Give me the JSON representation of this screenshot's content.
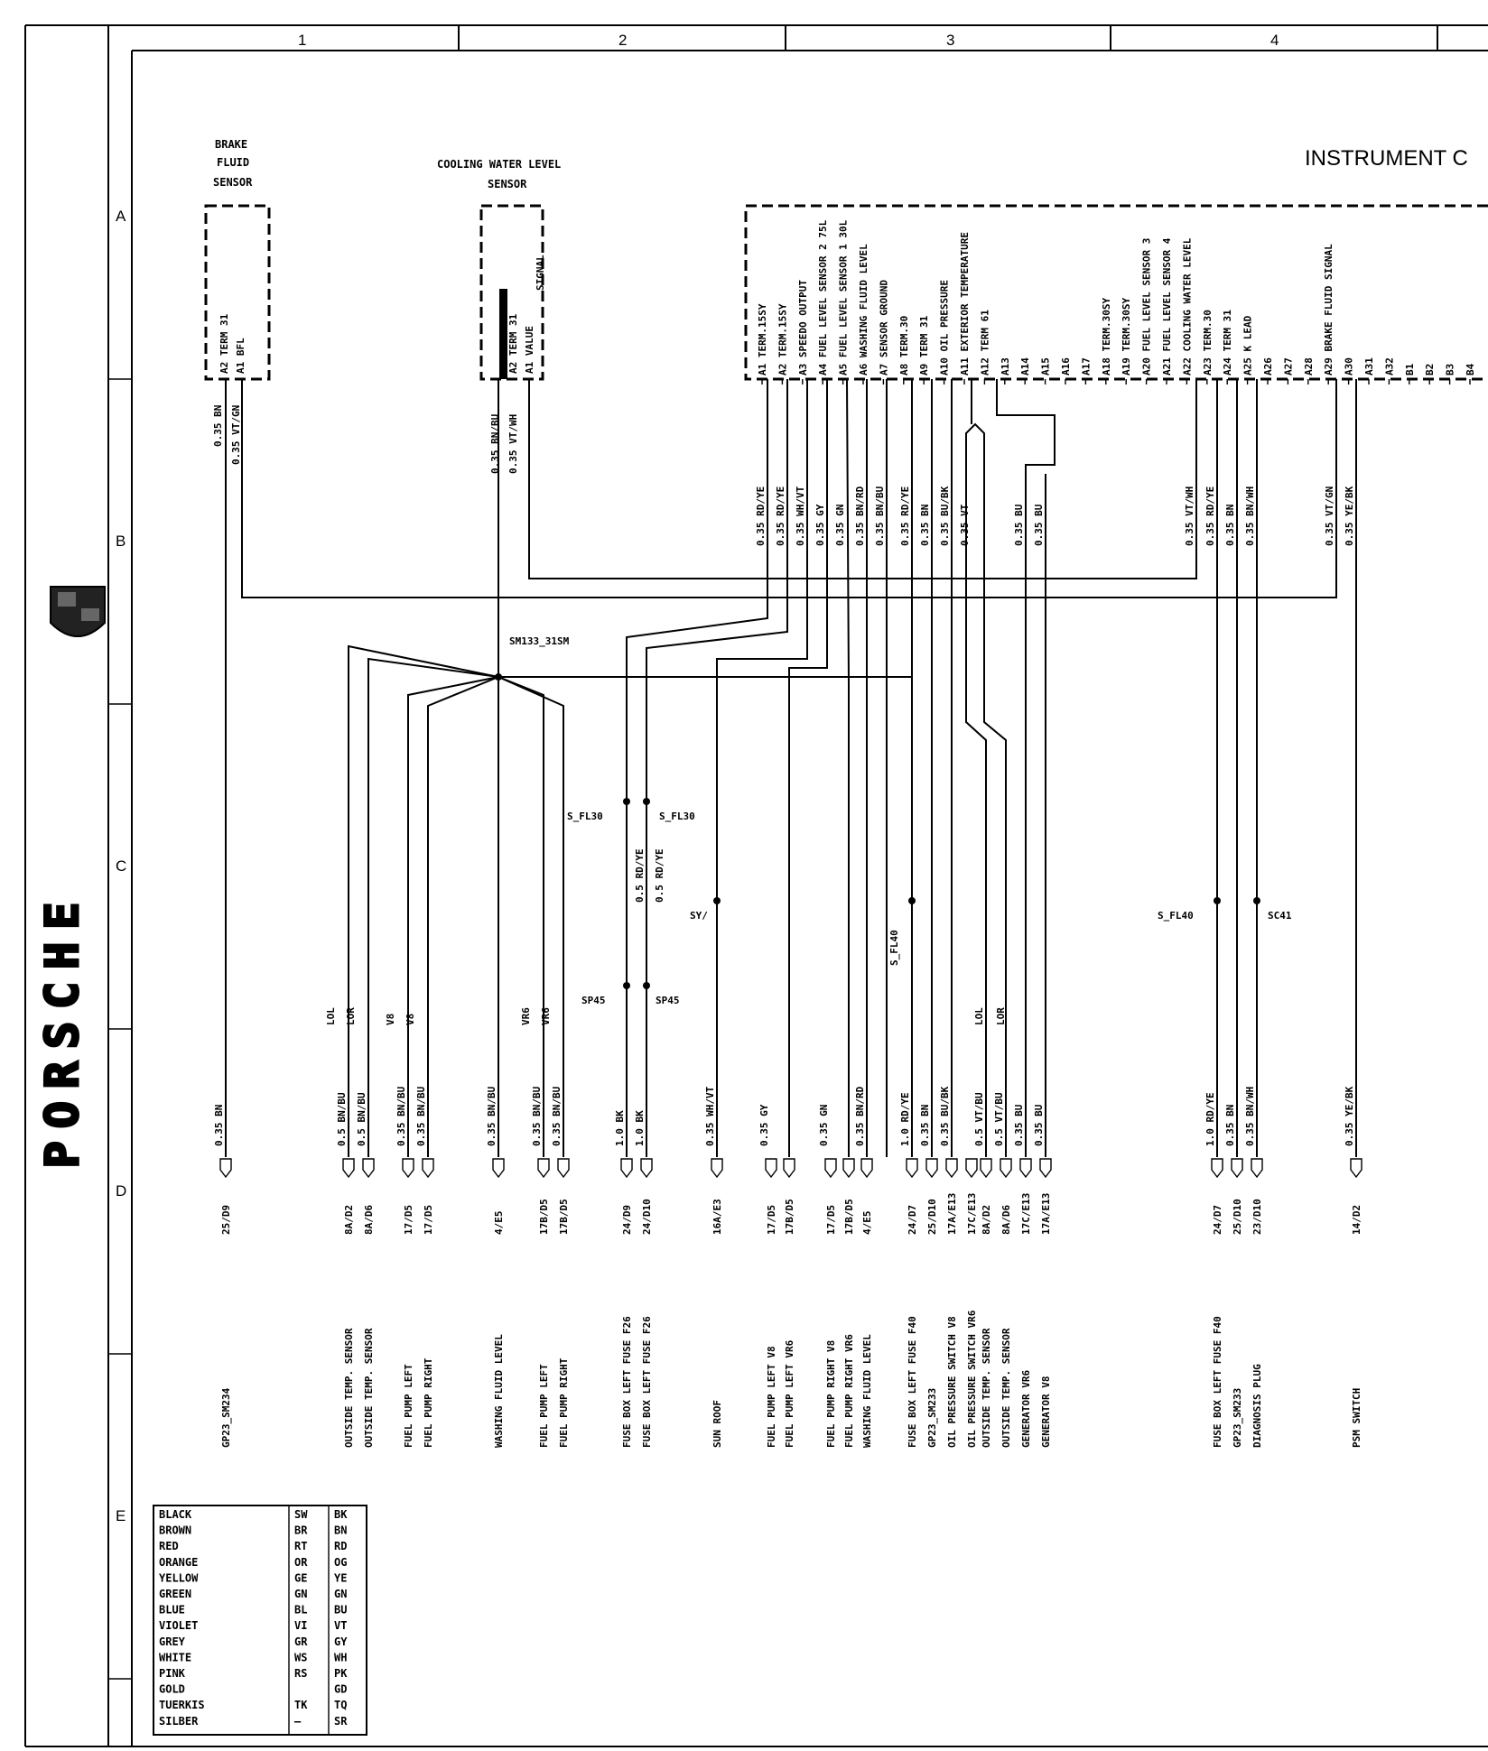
{
  "title": "INSTRUMENT C",
  "brand": "PORSCHE",
  "columns": [
    "1",
    "2",
    "3",
    "4"
  ],
  "rows": [
    "A",
    "B",
    "C",
    "D",
    "E"
  ],
  "brake_sensor": {
    "title": [
      "BRAKE",
      "FLUID",
      "SENSOR"
    ],
    "pins": [
      "A2  TERM 31",
      "A1  BFL"
    ],
    "wires": [
      "0.35 BN",
      "0.35 VT/GN"
    ]
  },
  "coolant_sensor": {
    "title": [
      "COOLING WATER LEVEL",
      "SENSOR"
    ],
    "pins": [
      "A2  TERM 31",
      "A1  VALUE",
      "SIGNAL"
    ],
    "wires": [
      "0.35 BN/BU",
      "0.35 VT/WH"
    ]
  },
  "cluster_pins": [
    "A1 TERM.15SY",
    "A2 TERM.15SY",
    "A3 SPEEDO OUTPUT",
    "A4 FUEL LEVEL SENSOR 2  75L",
    "A5 FUEL LEVEL SENSOR 1  30L",
    "A6 WASHING FLUID LEVEL",
    "A7 SENSOR GROUND",
    "A8 TERM.30",
    "A9 TERM 31",
    "A10 OIL PRESSURE",
    "A11 EXTERIOR TEMPERATURE",
    "A12 TERM 61",
    "A13",
    "A14",
    "A15",
    "A16",
    "A17",
    "A18 TERM.30SY",
    "A19 TERM.30SY",
    "A20 FUEL LEVEL SENSOR 3",
    "A21 FUEL LEVEL SENSOR 4",
    "A22 COOLING WATER LEVEL",
    "A23 TERM.30",
    "A24 TERM 31",
    "A25 K LEAD",
    "A26",
    "A27",
    "A28",
    "A29 BRAKE FLUID SIGNAL",
    "A30",
    "A31",
    "A32",
    "B1",
    "B2",
    "B3",
    "B4"
  ],
  "cluster_wires": [
    "0.35 RD/YE",
    "0.35 RD/YE",
    "0.35 WH/VT",
    "0.35 GY",
    "0.35 GN",
    "0.35 BN/RD",
    "0.35 BN/BU",
    "0.35 RD/YE",
    "0.35 BN",
    "0.35 BU/BK",
    "0.35 VT",
    "0.35 BU",
    "0.35 BU",
    "0.35 VT/WH",
    "0.35 RD/YE",
    "0.35 BN",
    "0.35 BN/WH",
    "0.35 VT/GN",
    "0.35 YE/BK"
  ],
  "splices": {
    "sm": "SM133_31SM",
    "fl30a": "S_FL30",
    "fl30b": "S_FL30",
    "sp45a": "SP45",
    "sp45b": "SP45",
    "sy": "SY/",
    "fl40": "S_FL40",
    "fl40b": "S_FL40",
    "sc41": "SC41"
  },
  "col_labels": [
    "LOL",
    "LOR",
    "V8",
    "V8",
    "VR6",
    "VR6",
    "LOL",
    "LOR"
  ],
  "bottom": [
    {
      "w": "0.35 BN",
      "r": "25/D9",
      "d": "GP23_SM234"
    },
    {
      "w": "0.5 BN/BU",
      "r": "8A/D2",
      "d": "OUTSIDE  TEMP. SENSOR"
    },
    {
      "w": "0.5 BN/BU",
      "r": "8A/D6",
      "d": "OUTSIDE  TEMP. SENSOR"
    },
    {
      "w": "0.35 BN/BU",
      "r": "17/D5",
      "d": "FUEL PUMP   LEFT"
    },
    {
      "w": "0.35 BN/BU",
      "r": "17/D5",
      "d": "FUEL PUMP  RIGHT"
    },
    {
      "w": "0.35 BN/BU",
      "r": "4/E5",
      "d": "WASHING FLUID LEVEL"
    },
    {
      "w": "0.35 BN/BU",
      "r": "17B/D5",
      "d": "FUEL PUMP  LEFT"
    },
    {
      "w": "0.35 BN/BU",
      "r": "17B/D5",
      "d": "FUEL PUMP  RIGHT"
    },
    {
      "w": "1.0 BK",
      "r": "24/D9",
      "d": "FUSE BOX  LEFT FUSE F26"
    },
    {
      "w": "1.0 BK",
      "r": "24/D10",
      "d": "FUSE BOX  LEFT FUSE F26"
    },
    {
      "w": "0.35 WH/VT",
      "r": "16A/E3",
      "d": "SUN ROOF"
    },
    {
      "w": "0.35 GY",
      "r": "17/D5",
      "d": "FUEL PUMP LEFT   V8"
    },
    {
      "w": "",
      "r": "17B/D5",
      "d": "FUEL PUMP LEFT  VR6"
    },
    {
      "w": "0.35 GN",
      "r": "17/D5",
      "d": "FUEL PUMP RIGHT  V8"
    },
    {
      "w": "",
      "r": "17B/D5",
      "d": "FUEL PUMP RIGHT  VR6"
    },
    {
      "w": "0.35 BN/RD",
      "r": "4/E5",
      "d": "WASHING FLUID LEVEL"
    },
    {
      "w": "1.0 RD/YE",
      "r": "24/D7",
      "d": "FUSE BOX  LEFT  FUSE F40"
    },
    {
      "w": "0.35 BN",
      "r": "25/D10",
      "d": "GP23_SM233"
    },
    {
      "w": "0.35 BU/BK",
      "r": "17A/E13",
      "d": "OIL PRESSURE SWITCH  V8"
    },
    {
      "w": "",
      "r": "17C/E13",
      "d": "OIL PRESSURE SWITCH  VR6"
    },
    {
      "w": "0.5 VT/BU",
      "r": "8A/D2",
      "d": "OUTSIDE  TEMP. SENSOR"
    },
    {
      "w": "0.5 VT/BU",
      "r": "8A/D6",
      "d": "OUTSIDE  TEMP. SENSOR"
    },
    {
      "w": "0.35 BU",
      "r": "17C/E13",
      "d": "GENERATOR  VR6"
    },
    {
      "w": "0.35 BU",
      "r": "17A/E13",
      "d": "GENERATOR   V8"
    },
    {
      "w": "1.0 RD/YE",
      "r": "24/D7",
      "d": "FUSE BOX  LEFT  FUSE F40"
    },
    {
      "w": "0.35 BN",
      "r": "25/D10",
      "d": "GP23_SM233"
    },
    {
      "w": "0.35 BN/WH",
      "r": "23/D10",
      "d": "DIAGNOSIS PLUG"
    },
    {
      "w": "0.35 YE/BK",
      "r": "14/D2",
      "d": "PSM SWITCH"
    }
  ],
  "legend": [
    [
      "BLACK",
      "SW",
      "BK"
    ],
    [
      "BROWN",
      "BR",
      "BN"
    ],
    [
      "RED",
      "RT",
      "RD"
    ],
    [
      "ORANGE",
      "OR",
      "OG"
    ],
    [
      "YELLOW",
      "GE",
      "YE"
    ],
    [
      "GREEN",
      "GN",
      "GN"
    ],
    [
      "BLUE",
      "BL",
      "BU"
    ],
    [
      "VIOLET",
      "VI",
      "VT"
    ],
    [
      "GREY",
      "GR",
      "GY"
    ],
    [
      "WHITE",
      "WS",
      "WH"
    ],
    [
      "PINK",
      "RS",
      "PK"
    ],
    [
      "GOLD",
      "",
      "GD"
    ],
    [
      "TUERKIS",
      "TK",
      "TQ"
    ],
    [
      "SILBER",
      "—",
      "SR"
    ]
  ]
}
